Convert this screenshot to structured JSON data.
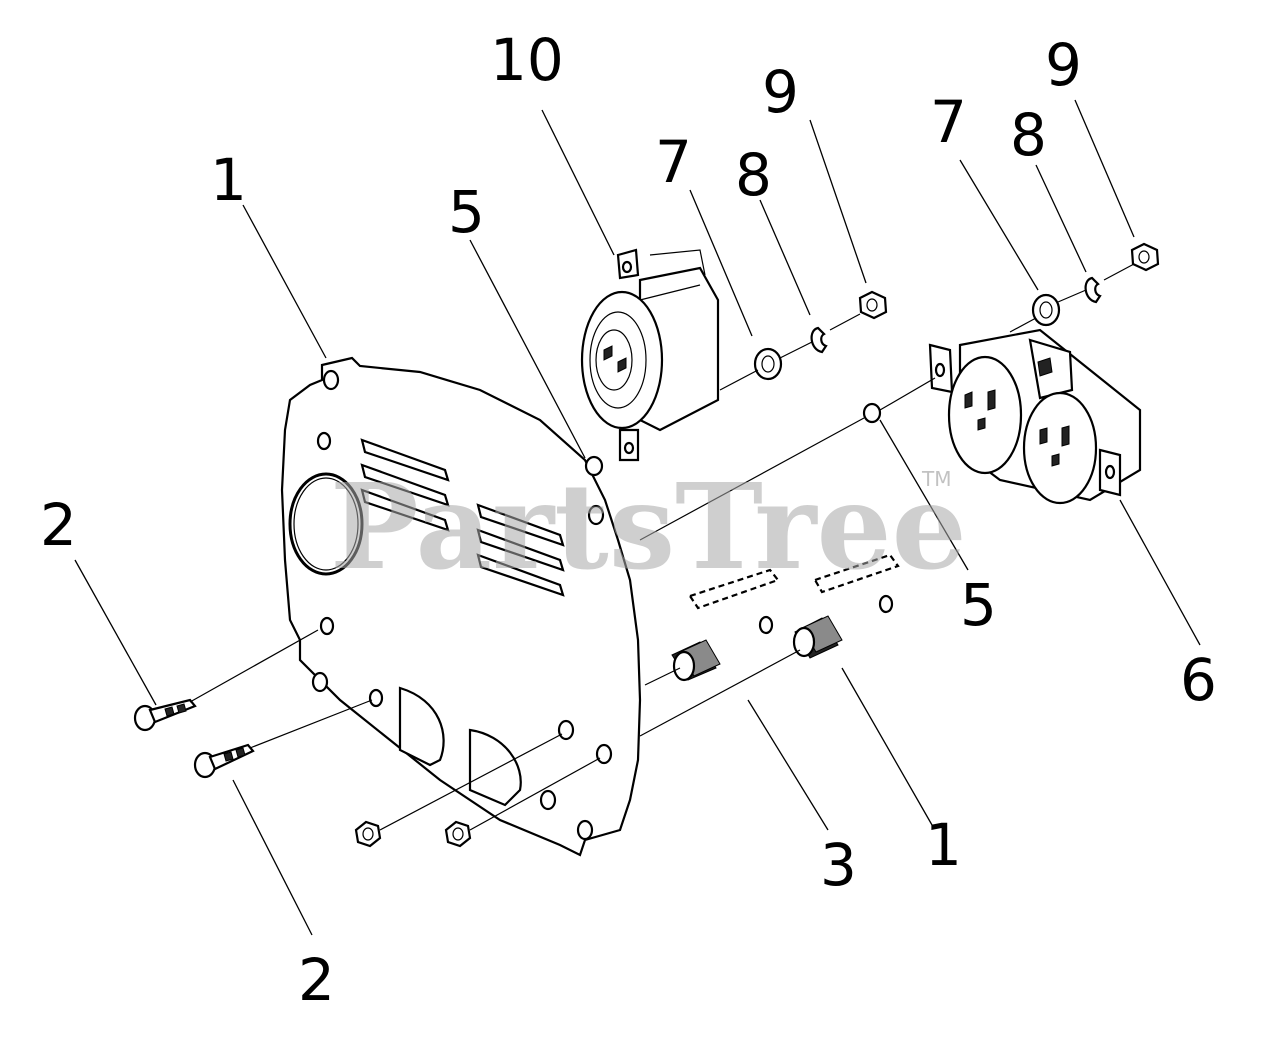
{
  "callouts": {
    "c1a": "1",
    "c1b": "1",
    "c2a": "2",
    "c2b": "2",
    "c3": "3",
    "c5a": "5",
    "c5b": "5",
    "c6": "6",
    "c7a": "7",
    "c7b": "7",
    "c8a": "8",
    "c8b": "8",
    "c9a": "9",
    "c9b": "9",
    "c10": "10"
  },
  "watermark": {
    "brand": "PartsTree",
    "trademark": "TM"
  }
}
